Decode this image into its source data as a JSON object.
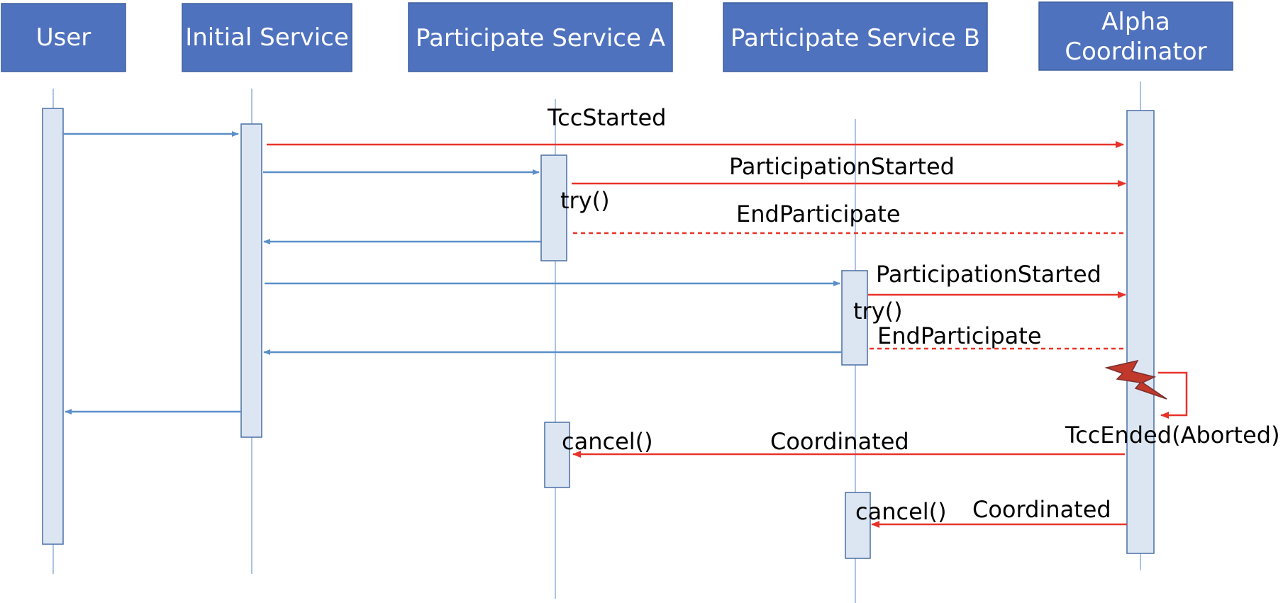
{
  "colors": {
    "header_fill": "#4f72be",
    "header_stroke": "#3f5f9f",
    "activation_fill": "#dce6f2",
    "activation_stroke": "#4a6fa5",
    "lifeline": "#8fb0d8",
    "call_arrow": "#5b8fc9",
    "event_arrow": "#e8332a",
    "lightning": "#c0392b"
  },
  "participants": [
    {
      "id": "user",
      "label": "User"
    },
    {
      "id": "initial",
      "label": "Initial Service"
    },
    {
      "id": "psa",
      "label": "Participate Service A"
    },
    {
      "id": "psb",
      "label": "Participate Service B"
    },
    {
      "id": "alpha",
      "label": "Alpha Coordinator"
    }
  ],
  "messages": {
    "tcc_started": "TccStarted",
    "a_participation_started": "ParticipationStarted",
    "a_try": "try()",
    "a_end_participate": "EndParticipate",
    "b_participation_started": "ParticipationStarted",
    "b_try": "try()",
    "b_end_participate": "EndParticipate",
    "tcc_ended": "TccEnded(Aborted)",
    "a_cancel": "cancel()",
    "a_coordinated": "Coordinated",
    "b_cancel": "cancel()",
    "b_coordinated": "Coordinated"
  },
  "icons": {
    "failure": "lightning-icon"
  }
}
